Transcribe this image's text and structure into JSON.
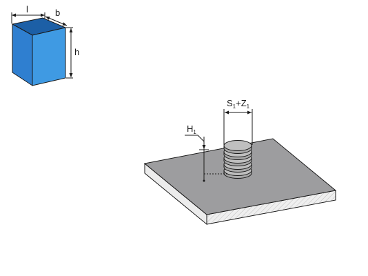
{
  "box_icon": {
    "labels": {
      "length": "l",
      "breadth": "b",
      "height": "h"
    },
    "colors": {
      "front": "#2f7fd0",
      "side": "#3f9ae3",
      "top": "#1c5fa6",
      "edge": "#1a1a1a"
    }
  },
  "plate_figure": {
    "labels": {
      "height_main": "H",
      "height_sub": "1",
      "stack_s": "S",
      "stack_s_sub": "1",
      "stack_plus": "+",
      "stack_z": "Z",
      "stack_z_sub": "1"
    },
    "colors": {
      "plate_top": "#9d9d9f",
      "plate_front": "#ececec",
      "plate_side": "#dcdcdc",
      "disc_fill": "#bfbfbf",
      "disc_edge": "#ffffff",
      "outline": "#1a1a1a"
    },
    "disc_count": 5
  }
}
